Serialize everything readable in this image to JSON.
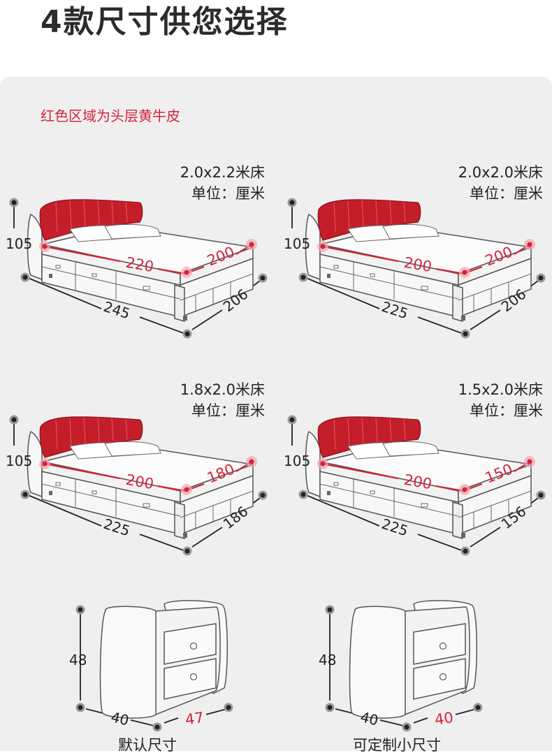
{
  "page_title": "4款尺寸供您选择",
  "note": "红色区域为头层黄牛皮",
  "unit_label": "单位：厘米",
  "beds": [
    {
      "name": "2.0x2.2米床",
      "height": "105",
      "mattress_length": "220",
      "mattress_width": "200",
      "total_length": "245",
      "total_width": "206"
    },
    {
      "name": "2.0x2.0米床",
      "height": "105",
      "mattress_length": "200",
      "mattress_width": "200",
      "total_length": "225",
      "total_width": "206"
    },
    {
      "name": "1.8x2.0米床",
      "height": "105",
      "mattress_length": "200",
      "mattress_width": "180",
      "total_length": "225",
      "total_width": "186"
    },
    {
      "name": "1.5x2.0米床",
      "height": "105",
      "mattress_length": "200",
      "mattress_width": "150",
      "total_length": "225",
      "total_width": "156"
    }
  ],
  "nightstands": [
    {
      "caption": "默认尺寸",
      "height": "48",
      "depth": "40",
      "width": "47"
    },
    {
      "caption": "可定制小尺寸",
      "height": "48",
      "depth": "40",
      "width": "40"
    }
  ],
  "colors": {
    "accent_red": "#d4233b",
    "headboard_red": "#c41e2a",
    "panel_bg": "#efefef",
    "outline": "#555555"
  }
}
